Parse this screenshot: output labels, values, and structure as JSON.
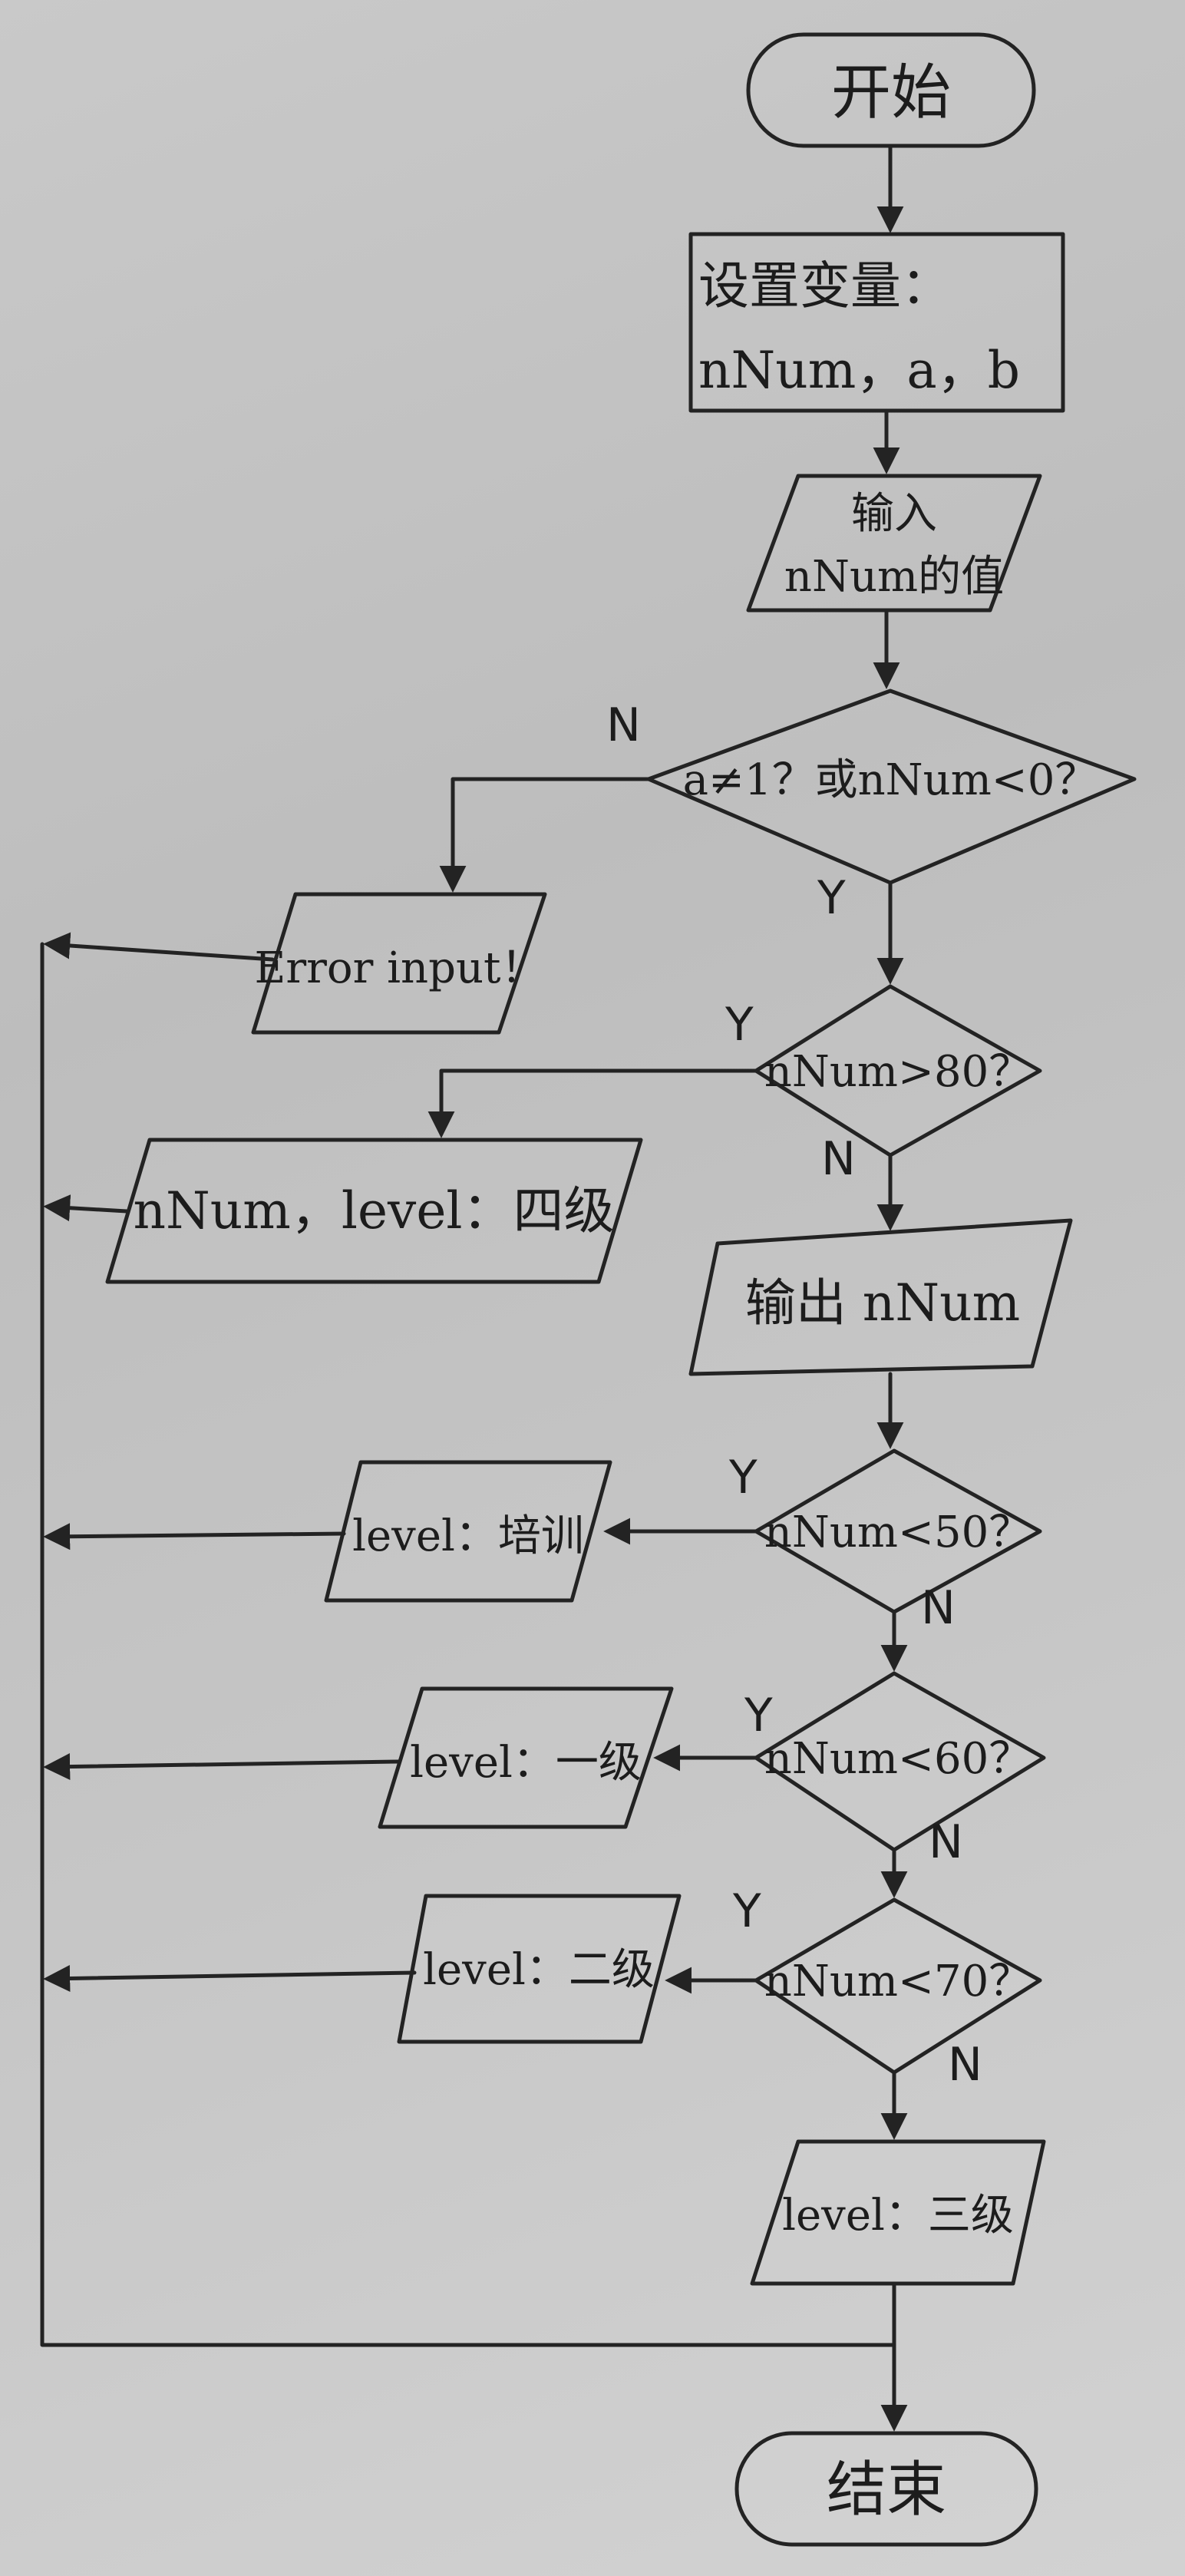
{
  "flowchart": {
    "start": "开始",
    "declare_line1": "设置变量：",
    "declare_line2": "nNum，a，b",
    "input_line1": "输入",
    "input_line2": "nNum的值",
    "check_input": "a≠1？或nNum<0？",
    "error_output": "Error input！",
    "check_80": "nNum>80？",
    "level_four": "nNum，level：四级",
    "output_num": "输出 nNum",
    "check_50": "nNum<50？",
    "level_training": "level：培训",
    "check_60": "nNum<60？",
    "level_one": "level：一级",
    "check_70": "nNum<70？",
    "level_two": "level：二级",
    "level_three": "level：三级",
    "end": "结束"
  },
  "branch_labels": {
    "yes": "Y",
    "no": "N"
  }
}
